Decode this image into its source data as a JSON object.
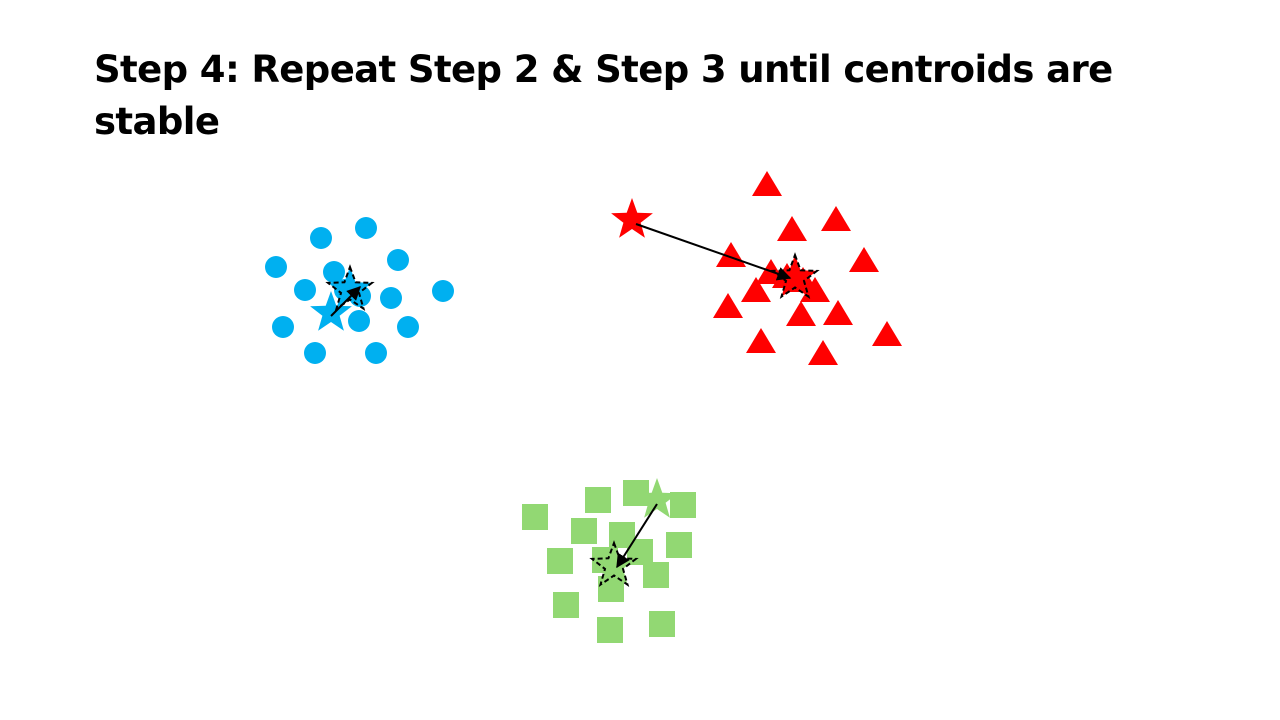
{
  "slide": {
    "title": "Step 4: Repeat Step 2 & Step 3 until centroids are stable"
  },
  "colors": {
    "blue": "#00b0f0",
    "red": "#ff0000",
    "green": "#92d873",
    "arrow": "#000000",
    "new_centroid_outline": "#000000"
  },
  "clusters": [
    {
      "name": "blue-cluster",
      "marker": "circle",
      "color_key": "blue",
      "points": 15,
      "old_centroid_icon": "filled-star-icon",
      "new_centroid_icon": "dashed-outline-star-icon"
    },
    {
      "name": "red-cluster",
      "marker": "triangle",
      "color_key": "red",
      "points": 16,
      "old_centroid_icon": "filled-star-icon",
      "new_centroid_icon": "dashed-outline-star-icon"
    },
    {
      "name": "green-cluster",
      "marker": "square",
      "color_key": "green",
      "points": 15,
      "old_centroid_icon": "filled-star-icon",
      "new_centroid_icon": "dashed-outline-star-icon"
    }
  ]
}
